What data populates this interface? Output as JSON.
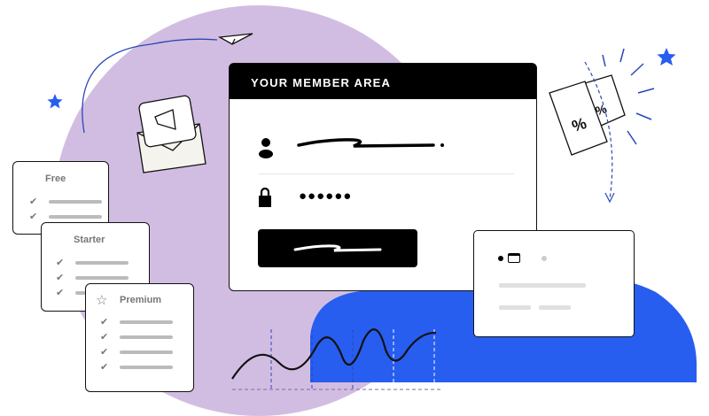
{
  "member_area": {
    "title": "YOUR MEMBER AREA",
    "password_mask": "●●●●●●"
  },
  "plans": [
    {
      "name": "Free",
      "features": 2
    },
    {
      "name": "Starter",
      "features": 3
    },
    {
      "name": "Premium",
      "features": 4
    }
  ],
  "colors": {
    "purple": "#d2bde2",
    "blue": "#275ef0",
    "black": "#000000"
  }
}
